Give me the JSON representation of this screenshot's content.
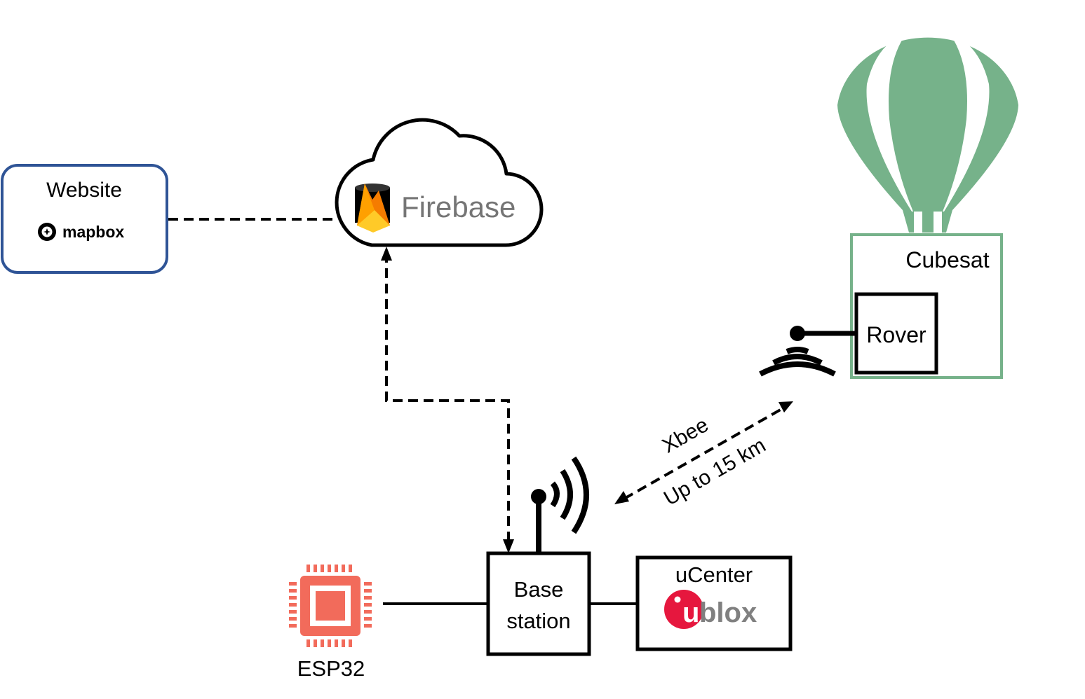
{
  "nodes": {
    "website": {
      "title": "Website",
      "logo_text": "mapbox"
    },
    "firebase": {
      "logo_text": "Firebase"
    },
    "cubesat": {
      "title": "Cubesat"
    },
    "rover": {
      "label": "Rover"
    },
    "base_station": {
      "line1": "Base",
      "line2": "station"
    },
    "ucenter": {
      "title": "uCenter",
      "logo_u": "u",
      "logo_text": "blox"
    },
    "esp32": {
      "label": "ESP32"
    }
  },
  "links": {
    "xbee": {
      "label": "Xbee",
      "range": "Up to 15 km"
    }
  },
  "colors": {
    "website_border": "#2f5496",
    "balloon": "#76b28a",
    "cubesat_border": "#76b28a",
    "chip": "#f26b5b",
    "ublox_red": "#e6173e",
    "ublox_grey": "#808080",
    "firebase_yellow": "#ffca28",
    "firebase_orange": "#f57c00",
    "text_grey": "#757575"
  }
}
